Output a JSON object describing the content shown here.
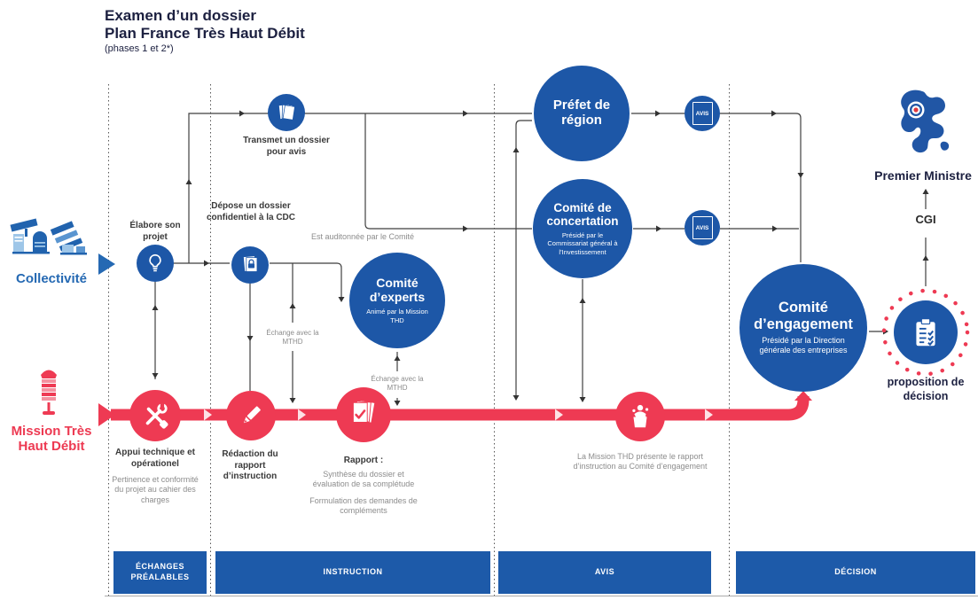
{
  "title": {
    "line1": "Examen d’un dossier",
    "line2": "Plan France Très Haut Débit",
    "line3": "(phases 1 et 2*)"
  },
  "actors": {
    "collectivite": {
      "label": "Collectivité"
    },
    "mission": {
      "label": "Mission Très Haut Débit"
    }
  },
  "nodes": {
    "elabore": {
      "label": "Élabore son projet"
    },
    "transmet": {
      "label": "Transmet un dossier pour avis"
    },
    "depose": {
      "label": "Dépose un dossier confidentiel à la CDC"
    },
    "prefet": {
      "title": "Préfet de région"
    },
    "concertation": {
      "title": "Comité de concertation",
      "subtitle": "Présidé par le Commissariat général à l’Investissement"
    },
    "experts": {
      "title": "Comité d’experts",
      "subtitle": "Animé par la Mission THD"
    },
    "engagement": {
      "title": "Comité d’engagement",
      "subtitle": "Présidé par la Direction générale des entreprises"
    },
    "avis_badge": "AVIS",
    "appui": {
      "title": "Appui technique et opérationel",
      "subtitle": "Pertinence et conformité du projet au cahier des charges"
    },
    "redaction": {
      "title": "Rédaction du rapport d’instruction"
    },
    "rapport": {
      "title": "Rapport :",
      "subtitle1": "Synthèse du dossier et évaluation de sa complétude",
      "subtitle2": "Formulation des demandes de compléments"
    },
    "presentation": {
      "label": "La Mission THD présente le rapport d’instruction au Comité d’engagement"
    },
    "proposition": {
      "label": "proposition de décision"
    }
  },
  "edges": {
    "audition": "Est auditonnée par le Comité",
    "echange_cdc": "Échange avec la MTHD",
    "echange_experts": "Échange avec la MTHD"
  },
  "right": {
    "premier_ministre": "Premier Ministre",
    "cgi": "CGI"
  },
  "phases": [
    {
      "label": "ÉCHANGES PRÉALABLES"
    },
    {
      "label": "INSTRUCTION"
    },
    {
      "label": "AVIS"
    },
    {
      "label": "DÉCISION"
    }
  ],
  "colors": {
    "blue": "#1d57a7",
    "red": "#ee3a53",
    "bar_blue": "#1d5aa9",
    "dark_navy": "#1c2040",
    "gray_text": "#8c8c8c"
  }
}
